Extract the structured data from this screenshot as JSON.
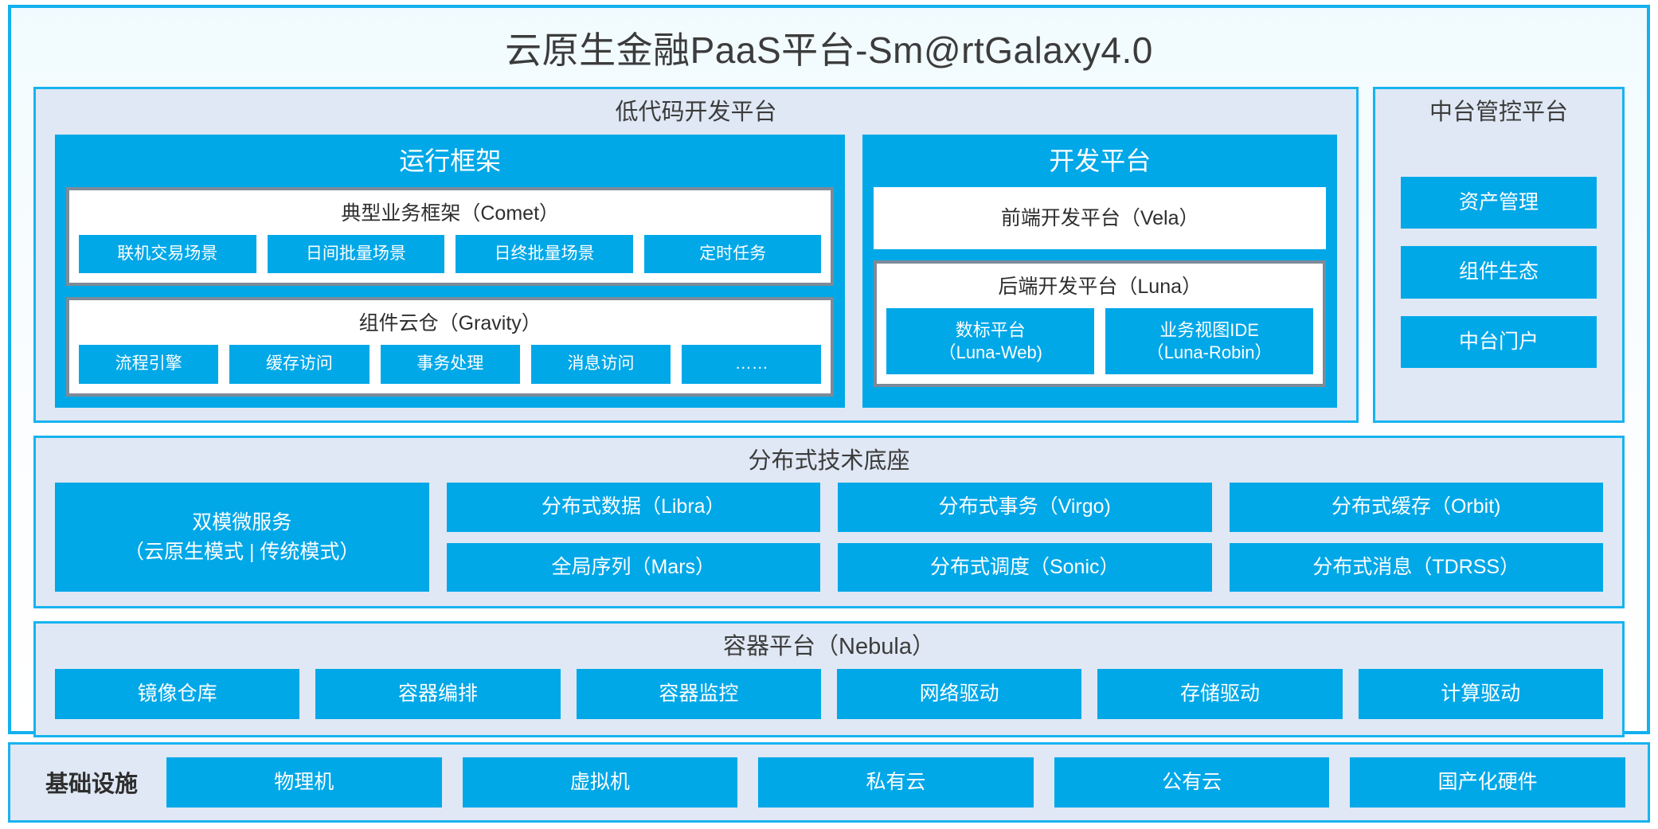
{
  "colors": {
    "accent": "#00a8e8",
    "panel_border": "#18b3f0",
    "panel_bg": "#dfe8f4",
    "inner_border": "#7d8a98",
    "text": "#3c3c3c"
  },
  "app": {
    "title": "云原生金融PaaS平台-Sm@rtGalaxy4.0"
  },
  "lowcode": {
    "title": "低代码开发平台",
    "runtime_framework": {
      "title": "运行框架",
      "comet": {
        "title": "典型业务框架（Comet）",
        "items": [
          "联机交易场景",
          "日间批量场景",
          "日终批量场景",
          "定时任务"
        ]
      },
      "gravity": {
        "title": "组件云仓（Gravity）",
        "items": [
          "流程引擎",
          "缓存访问",
          "事务处理",
          "消息访问",
          "……"
        ]
      }
    },
    "dev_platform": {
      "title": "开发平台",
      "frontend": "前端开发平台（Vela）",
      "backend": {
        "title": "后端开发平台（Luna）",
        "items": [
          "数标平台\n（Luna-Web)",
          "业务视图IDE\n（Luna-Robin）"
        ]
      }
    }
  },
  "mid_platform": {
    "title": "中台管控平台",
    "items": [
      "资产管理",
      "组件生态",
      "中台门户"
    ]
  },
  "tech_base": {
    "title": "分布式技术底座",
    "microservice": "双模微服务\n（云原生模式 | 传统模式）",
    "columns": [
      [
        "分布式数据（Libra）",
        "全局序列（Mars）"
      ],
      [
        "分布式事务（Virgo)",
        "分布式调度（Sonic）"
      ],
      [
        "分布式缓存（Orbit)",
        "分布式消息（TDRSS）"
      ]
    ]
  },
  "container_platform": {
    "title": "容器平台（Nebula）",
    "items": [
      "镜像仓库",
      "容器编排",
      "容器监控",
      "网络驱动",
      "存储驱动",
      "计算驱动"
    ]
  },
  "infrastructure": {
    "label": "基础设施",
    "items": [
      "物理机",
      "虚拟机",
      "私有云",
      "公有云",
      "国产化硬件"
    ]
  }
}
